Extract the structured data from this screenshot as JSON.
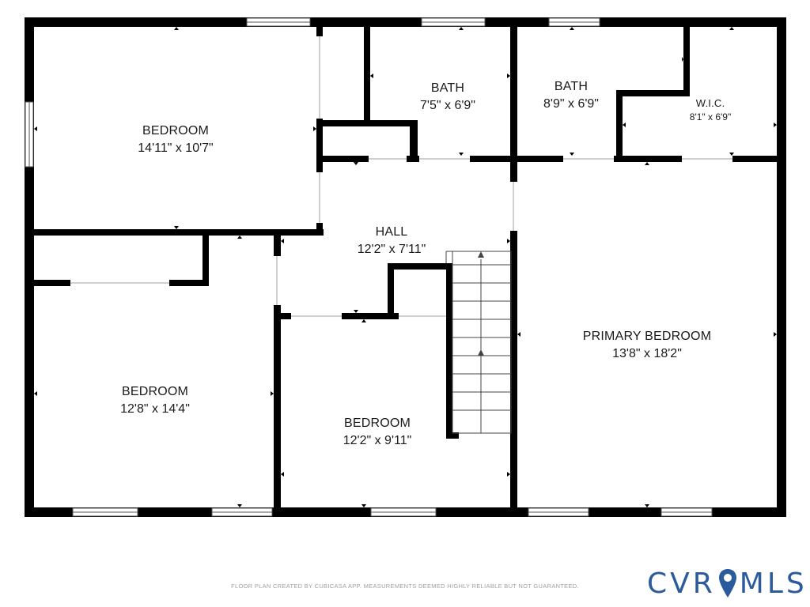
{
  "rooms": [
    {
      "id": "bedroom-nw",
      "name": "BEDROOM",
      "dims": "14'11\" x 10'7\""
    },
    {
      "id": "bath-1",
      "name": "BATH",
      "dims": "7'5\" x 6'9\""
    },
    {
      "id": "bath-2",
      "name": "BATH",
      "dims": "8'9\" x 6'9\""
    },
    {
      "id": "wic",
      "name": "W.I.C.",
      "dims": "8'1\" x 6'9\""
    },
    {
      "id": "hall",
      "name": "HALL",
      "dims": "12'2\" x 7'11\""
    },
    {
      "id": "bedroom-sw",
      "name": "BEDROOM",
      "dims": "12'8\" x 14'4\""
    },
    {
      "id": "bedroom-s",
      "name": "BEDROOM",
      "dims": "12'2\" x 9'11\""
    },
    {
      "id": "primary-bedroom",
      "name": "PRIMARY BEDROOM",
      "dims": "13'8\" x 18'2\""
    }
  ],
  "footer": {
    "disclaimer": "FLOOR PLAN CREATED BY CUBICASA APP. MEASUREMENTS DEEMED HIGHLY RELIABLE BUT NOT GUARANTEED."
  },
  "logo": {
    "left": "CVR",
    "right": "MLS",
    "color": "#2b5b9c"
  },
  "colors": {
    "wall": "#000000",
    "window": "#d9d9d9",
    "background": "#ffffff"
  }
}
